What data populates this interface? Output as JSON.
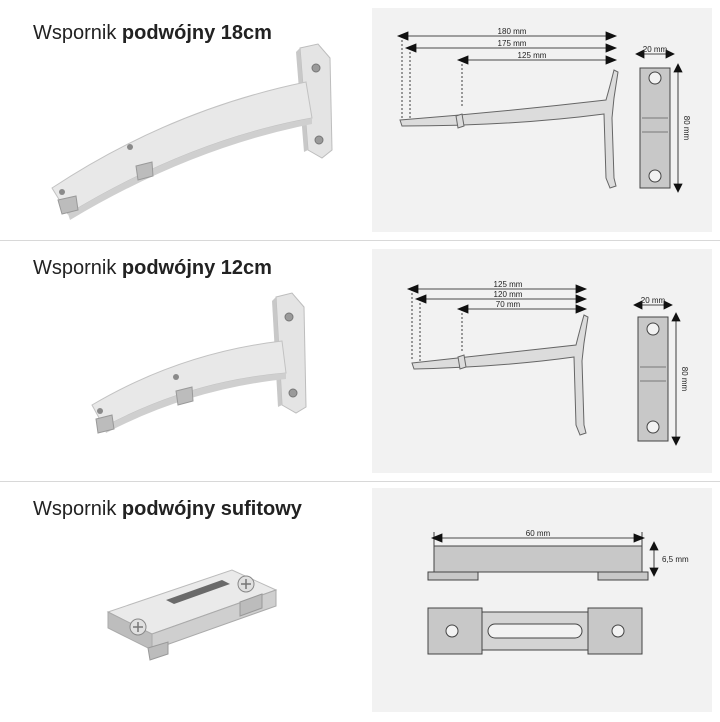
{
  "sections": [
    {
      "title_prefix": "Wspornik ",
      "title_bold": "podwójny 18cm",
      "dims": {
        "d1": "180 mm",
        "d2": "175 mm",
        "d3": "125 mm",
        "width": "20 mm",
        "height": "80 mm"
      }
    },
    {
      "title_prefix": "Wspornik ",
      "title_bold": "podwójny 12cm",
      "dims": {
        "d1": "125 mm",
        "d2": "120 mm",
        "d3": "70 mm",
        "width": "20 mm",
        "height": "80 mm"
      }
    },
    {
      "title_prefix": "Wspornik ",
      "title_bold": "podwójny sufitowy",
      "dims": {
        "length": "60 mm",
        "height": "6,5 mm"
      }
    }
  ],
  "colors": {
    "panel": "#f2f2f2",
    "metal": "#d8d8d8",
    "outline": "#666666",
    "arrow": "#111111"
  }
}
